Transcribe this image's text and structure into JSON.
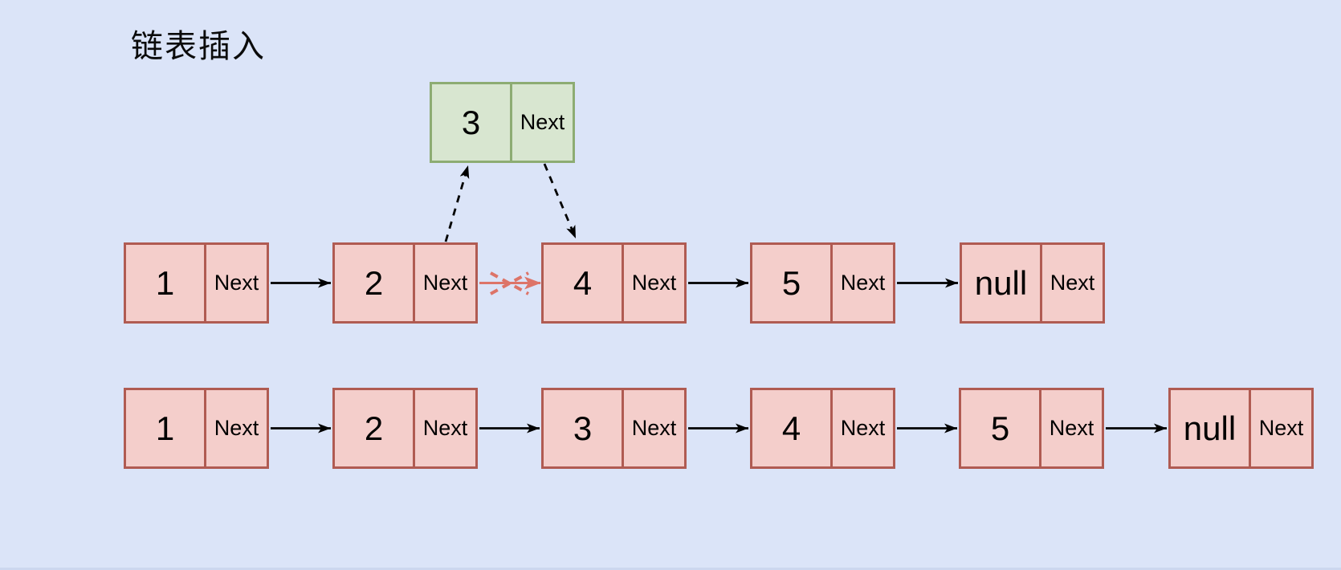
{
  "title": "链表插入",
  "palette": {
    "background": "#dbe4f8",
    "node_fill": "#f4cecb",
    "node_border": "#b05b52",
    "inserted_fill": "#d8e6d0",
    "inserted_border": "#8dac73",
    "arrow": "#000000",
    "broken_link": "#dd7468"
  },
  "inserted_node": {
    "value": "3",
    "pointer_label": "Next"
  },
  "list_during_insert": {
    "nodes": [
      {
        "value": "1",
        "pointer_label": "Next"
      },
      {
        "value": "2",
        "pointer_label": "Next"
      },
      {
        "value": "4",
        "pointer_label": "Next"
      },
      {
        "value": "5",
        "pointer_label": "Next"
      },
      {
        "value": "null",
        "pointer_label": "Next"
      }
    ]
  },
  "list_after_insert": {
    "nodes": [
      {
        "value": "1",
        "pointer_label": "Next"
      },
      {
        "value": "2",
        "pointer_label": "Next"
      },
      {
        "value": "3",
        "pointer_label": "Next"
      },
      {
        "value": "4",
        "pointer_label": "Next"
      },
      {
        "value": "5",
        "pointer_label": "Next"
      },
      {
        "value": "null",
        "pointer_label": "Next"
      }
    ]
  }
}
